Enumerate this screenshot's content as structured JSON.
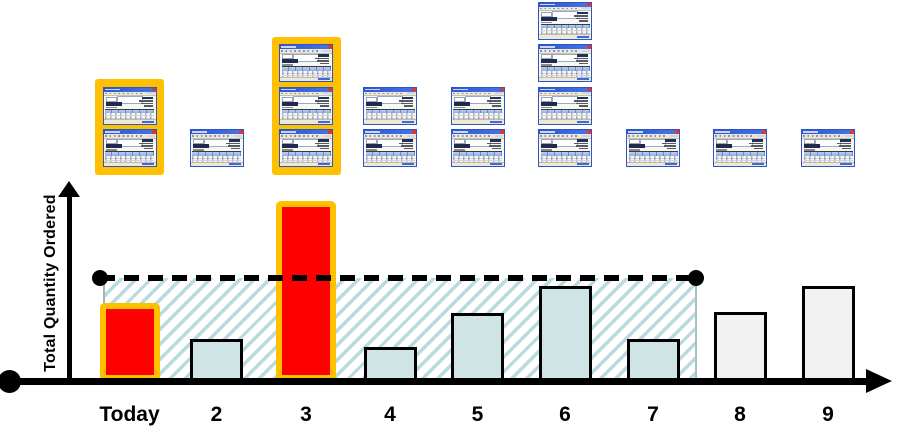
{
  "figure": {
    "background": "#ffffff",
    "description_visible_elements": "bar chart with dashed threshold line, hatched region, and stacked order-document window icons above each day"
  },
  "chart_data": {
    "type": "bar",
    "title": "",
    "xlabel": "",
    "ylabel": "Total Quantity Ordered",
    "categories": [
      "Today",
      "2",
      "3",
      "4",
      "5",
      "6",
      "7",
      "8",
      "9"
    ],
    "series": [
      {
        "name": "Total Quantity Ordered",
        "values": [
          76,
          41,
          175,
          33,
          66,
          92,
          41,
          67,
          92
        ]
      }
    ],
    "value_scale_note": "no numeric axis shown; values normalized so dashed threshold line = 100",
    "ylim": [
      0,
      190
    ],
    "grid": false,
    "legend": "none",
    "threshold_line": {
      "value": 100,
      "style": "dashed",
      "color": "#000000",
      "endpoints": "filled-black-dots",
      "span_categories": [
        "Today",
        "7"
      ]
    },
    "shaded_band": {
      "from_category": "Today",
      "to_category": "7",
      "top_value": 100,
      "style": "diagonal-hatch",
      "hatch_color": "#7fbec6"
    },
    "bar_styles": [
      "highlight",
      "firm",
      "highlight",
      "firm",
      "firm",
      "firm",
      "firm",
      "future",
      "future"
    ]
  },
  "orders": {
    "icon": "order-document-window-icon",
    "highlight_color": "#ffc000",
    "columns": [
      {
        "category": "Today",
        "documents": 2,
        "highlighted": true
      },
      {
        "category": "2",
        "documents": 1,
        "highlighted": false
      },
      {
        "category": "3",
        "documents": 3,
        "highlighted": true
      },
      {
        "category": "4",
        "documents": 2,
        "highlighted": false
      },
      {
        "category": "5",
        "documents": 2,
        "highlighted": false
      },
      {
        "category": "6",
        "documents": 4,
        "highlighted": false
      },
      {
        "category": "7",
        "documents": 1,
        "highlighted": false
      },
      {
        "category": "8",
        "documents": 1,
        "highlighted": false
      },
      {
        "category": "9",
        "documents": 1,
        "highlighted": false
      }
    ]
  },
  "colors": {
    "axis": "#000000",
    "bar_red_fill": "#fe0000",
    "bar_highlight_border": "#ffc000",
    "bar_teal_fill": "#cfe4e5",
    "bar_offwhite_fill": "#f2f2f2",
    "bar_border": "#000000",
    "hatch_stripe": "#7fbec6",
    "doc_titlebar": "#2a58d0",
    "doc_close_button": "#e03828",
    "doc_toolbar": "#ece9da",
    "doc_table_header": "#a0bce8",
    "highlight_box": "#ffc000"
  }
}
